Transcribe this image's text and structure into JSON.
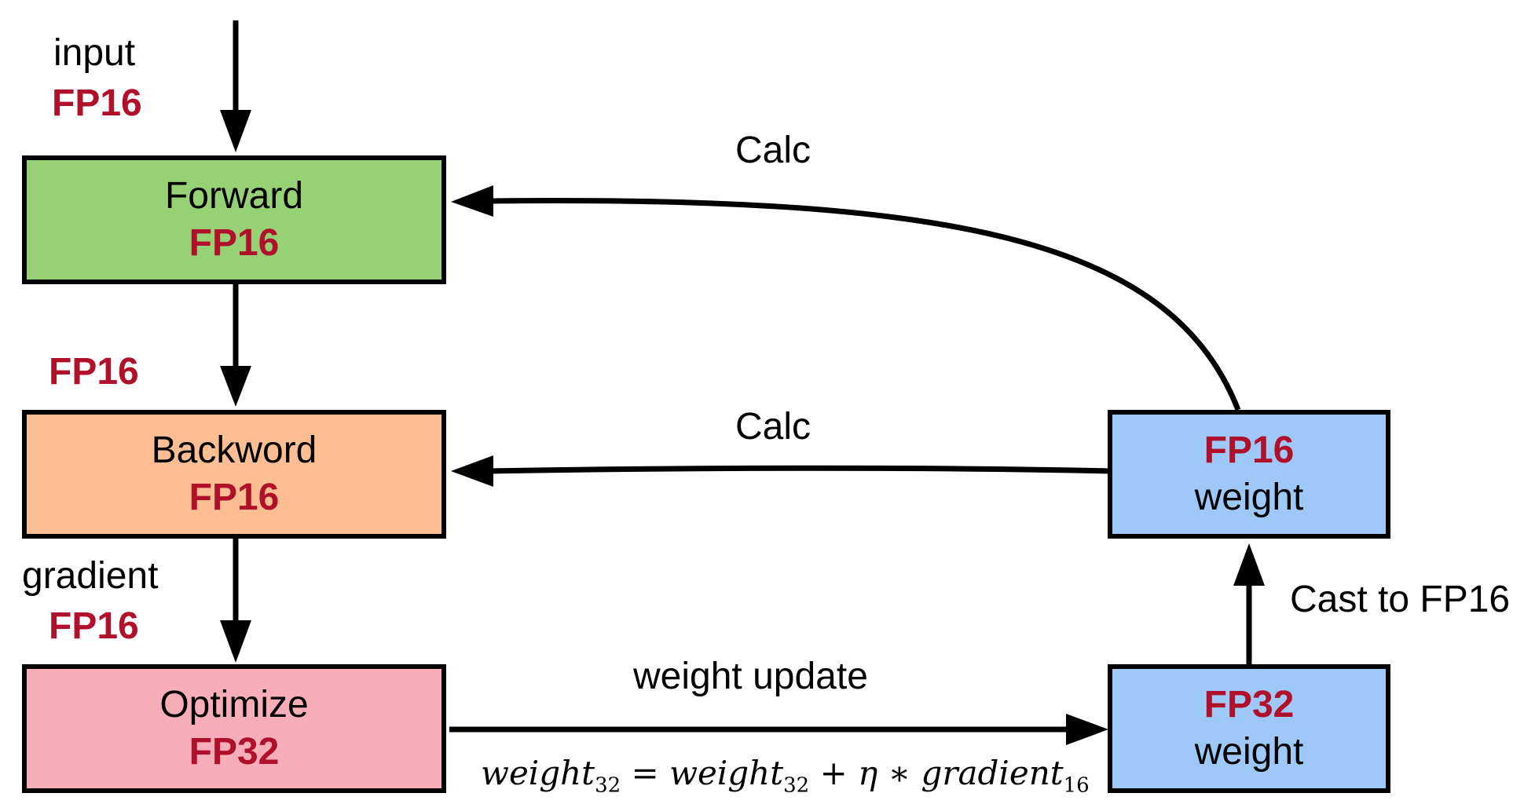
{
  "colors": {
    "forward_fill": "#96d275",
    "backward_fill": "#fdbe94",
    "optimize_fill": "#f8aeb9",
    "weight_fill": "#9ec8f7",
    "precision_text": "#b0102a"
  },
  "input": {
    "label": "input",
    "precision": "FP16"
  },
  "forward": {
    "title": "Forward",
    "precision": "FP16"
  },
  "activation": {
    "precision": "FP16"
  },
  "backward": {
    "title": "Backword",
    "precision": "FP16"
  },
  "gradient": {
    "label": "gradient",
    "precision": "FP16"
  },
  "optimize": {
    "title": "Optimize",
    "precision": "FP32"
  },
  "fp16_weight": {
    "precision": "FP16",
    "label": "weight"
  },
  "fp32_weight": {
    "precision": "FP32",
    "label": "weight"
  },
  "edges": {
    "calc_forward": "Calc",
    "calc_backward": "Calc",
    "cast": "Cast to FP16",
    "weight_update": "weight update"
  },
  "formula": {
    "lhs": "weight",
    "lhs_sub": "32",
    "eq": " = ",
    "rhs1": "weight",
    "rhs1_sub": "32",
    "plus": " + η ∗ ",
    "rhs2": "gradient",
    "rhs2_sub": "16"
  }
}
